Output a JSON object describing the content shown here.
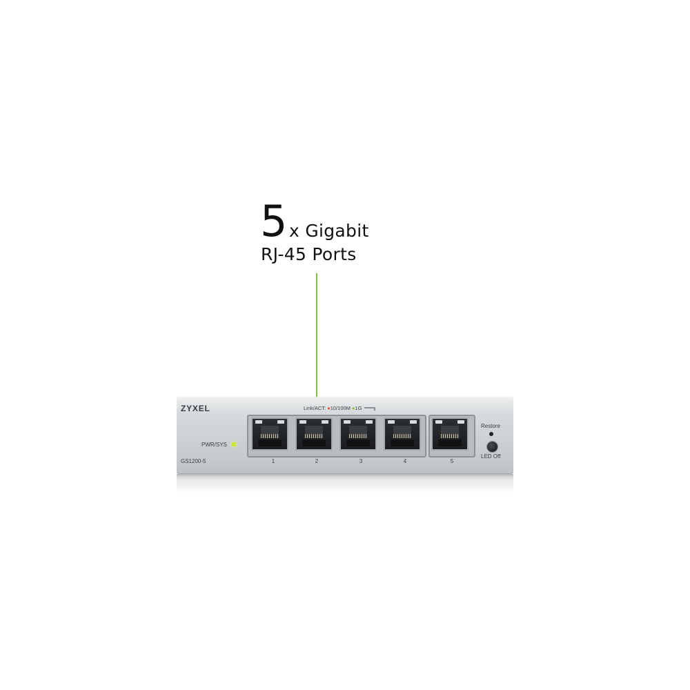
{
  "callout": {
    "count": "5",
    "line1": "x Gigabit",
    "line2": "RJ-45 Ports",
    "leader_color": "#7cc143"
  },
  "device": {
    "brand": "ZYXEL",
    "model": "GS1200-5",
    "power_label": "PWR/SYS",
    "legend": {
      "prefix": "Link/ACT:",
      "speed1": "10/100M",
      "speed2": "1G"
    },
    "ports": [
      {
        "number": "1"
      },
      {
        "number": "2"
      },
      {
        "number": "3"
      },
      {
        "number": "4"
      },
      {
        "number": "5"
      }
    ],
    "restore_label": "Restore",
    "led_off_label": "LED Off",
    "colors": {
      "power_led": "#c9e83a",
      "legend_red": "#e14a3a",
      "legend_green": "#7cc143"
    }
  }
}
